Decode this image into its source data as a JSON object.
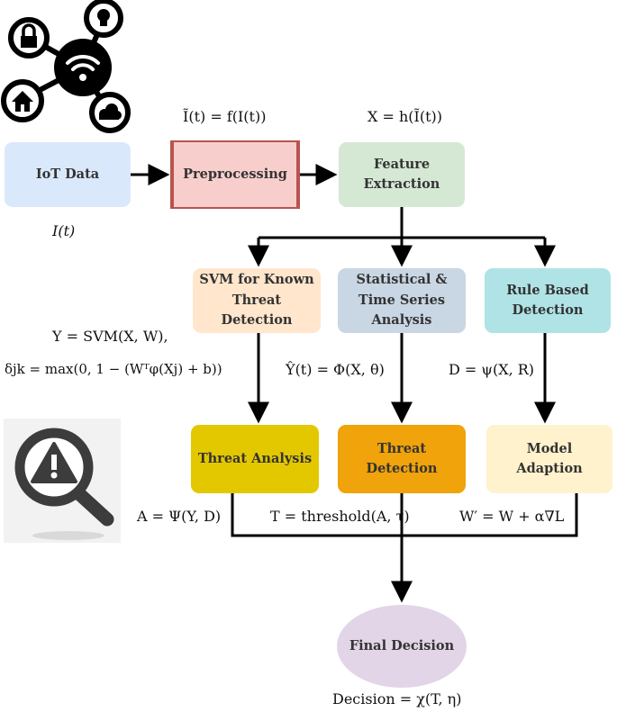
{
  "nodes": {
    "iot_data": "IoT Data",
    "preprocessing": "Preprocessing",
    "feature_extraction": "Feature Extraction",
    "svm": "SVM for Known Threat Detection",
    "statistical": "Statistical & Time Series Analysis",
    "rule_based": "Rule Based Detection",
    "threat_analysis": "Threat Analysis",
    "threat_detection": "Threat Detection",
    "model_adaption": "Model Adaption",
    "final_decision": "Final Decision"
  },
  "equations": {
    "input": "I(t)",
    "preprocess": "Ĩ(t) = f(I(t))",
    "features": "X = h(Ĩ(t))",
    "svm_1": "Y = SVM(X, W),",
    "svm_2": "δjk = max(0, 1 − (Wᵀφ(Xj) + b))",
    "stat": "Ŷ(t) = Φ(X, θ)",
    "rule": "D = ψ(X, R)",
    "analysis": "A = Ψ(Y, D)",
    "threshold": "T = threshold(A, τ)",
    "adapt": "W′ = W + α∇L",
    "decision": "Decision = χ(T, η)"
  },
  "icons": [
    "iot-network-icon",
    "threat-search-icon"
  ],
  "colors": {
    "iot_data": "#dae8fc",
    "preprocessing": "#f8cecc",
    "preprocessing_border": "#b85450",
    "feature_extraction": "#d5e8d4",
    "svm": "#ffe6cc",
    "statistical": "#c9d6e3",
    "rule_based": "#b0e3e6",
    "threat_analysis": "#e3c800",
    "threat_detection": "#f0a30a",
    "model_adaption": "#fff2cc",
    "final_decision": "#e1d5e7"
  }
}
